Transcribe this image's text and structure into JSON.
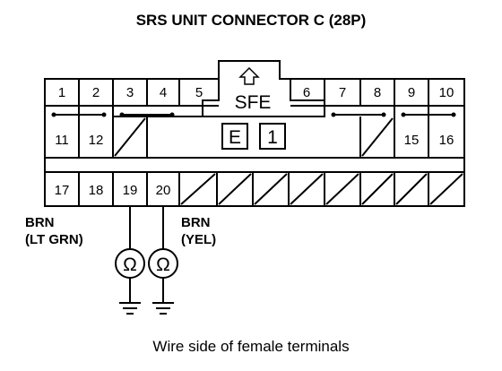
{
  "title": "SRS UNIT CONNECTOR C (28P)",
  "connector": {
    "top_row_left": [
      "1",
      "2",
      "3",
      "4",
      "5"
    ],
    "top_row_right": [
      "6",
      "7",
      "8",
      "9",
      "10"
    ],
    "mid_row_left": [
      "11",
      "12"
    ],
    "mid_row_right": [
      "15",
      "16"
    ],
    "bottom_row": [
      "17",
      "18",
      "19",
      "20"
    ],
    "center_label": "SFE",
    "center_box_left": "E",
    "center_box_right": "1",
    "arrow_icon": "up-arrow-icon"
  },
  "wires": [
    {
      "pin": "19",
      "color_line1": "BRN",
      "color_line2": "(LT GRN)"
    },
    {
      "pin": "20",
      "color_line1": "BRN",
      "color_line2": "(YEL)"
    }
  ],
  "ohmmeter_symbol": "Ω",
  "caption": "Wire side of female terminals"
}
